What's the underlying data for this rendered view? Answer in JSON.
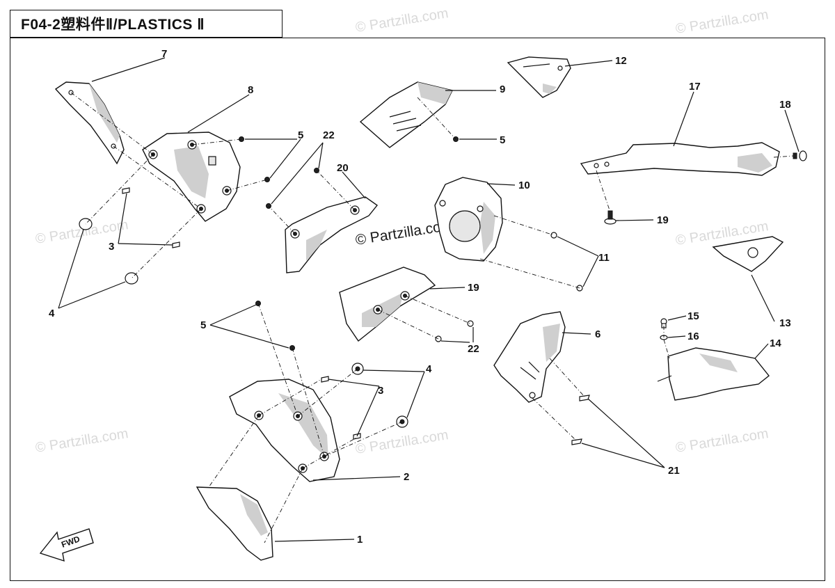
{
  "title": "F04-2塑料件Ⅱ/PLASTICS Ⅱ",
  "watermark": "© Partzilla.com",
  "fwd_label": "FWD",
  "callouts": [
    "1",
    "2",
    "3",
    "3",
    "4",
    "4",
    "5",
    "5",
    "5",
    "6",
    "7",
    "8",
    "9",
    "10",
    "11",
    "12",
    "13",
    "14",
    "15",
    "16",
    "17",
    "18",
    "19",
    "19",
    "20",
    "21",
    "22",
    "22"
  ],
  "colors": {
    "line": "#111111",
    "watermark": "#d9d9d9",
    "background": "#ffffff"
  }
}
